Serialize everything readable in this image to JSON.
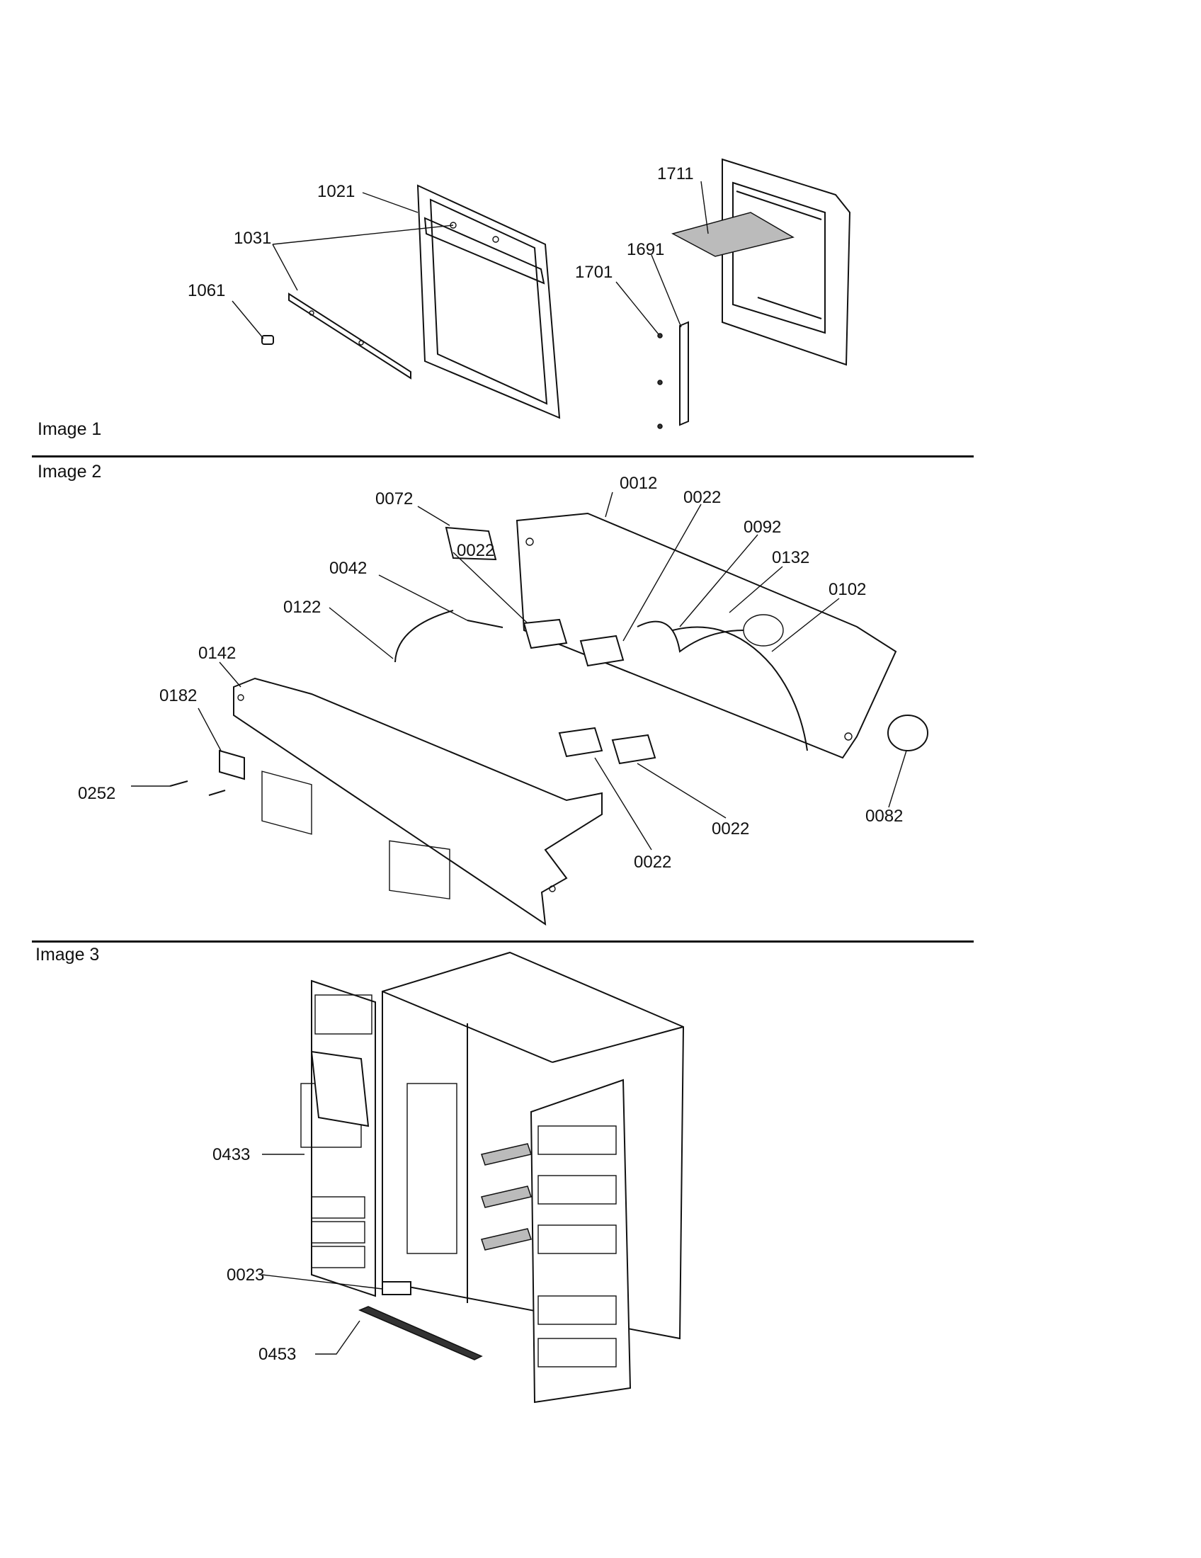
{
  "sections": [
    {
      "title": "Image 1"
    },
    {
      "title": "Image 2"
    },
    {
      "title": "Image 3"
    }
  ],
  "image1": {
    "callouts": [
      "1021",
      "1031",
      "1061",
      "1711",
      "1691",
      "1701"
    ]
  },
  "image2": {
    "callouts": [
      "0012",
      "0072",
      "0022",
      "0092",
      "0042",
      "0132",
      "0122",
      "0102",
      "0142",
      "0182",
      "0252",
      "0082",
      "0022",
      "0022",
      "0022"
    ]
  },
  "image3": {
    "callouts": [
      "0433",
      "0023",
      "0453"
    ]
  }
}
